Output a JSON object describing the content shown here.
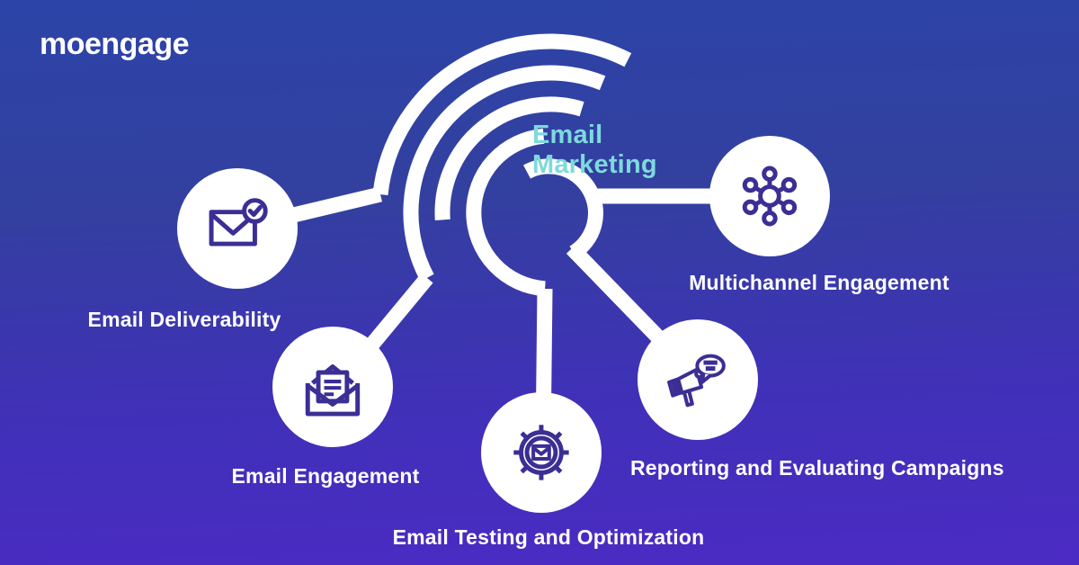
{
  "brand": {
    "logo_text": "moengage"
  },
  "title": {
    "line1": "Email",
    "line2": "Marketing"
  },
  "nodes": [
    {
      "id": "email-deliverability",
      "label": "Email Deliverability",
      "icon": "envelope-check-icon"
    },
    {
      "id": "email-engagement",
      "label": "Email Engagement",
      "icon": "open-envelope-letter-icon"
    },
    {
      "id": "email-testing-optimization",
      "label": "Email Testing and Optimization",
      "icon": "gear-envelope-icon"
    },
    {
      "id": "reporting-evaluating-campaigns",
      "label": "Reporting and Evaluating Campaigns",
      "icon": "megaphone-speech-bubble-icon"
    },
    {
      "id": "multichannel-engagement",
      "label": "Multichannel Engagement",
      "icon": "network-hub-icon"
    }
  ],
  "colors": {
    "background_top": "#2c44a8",
    "background_bottom": "#4b2bc4",
    "title_accent": "#7fd9dc",
    "icon_stroke": "#3b2e95",
    "node_fill": "#ffffff",
    "label_text": "#ffffff"
  }
}
